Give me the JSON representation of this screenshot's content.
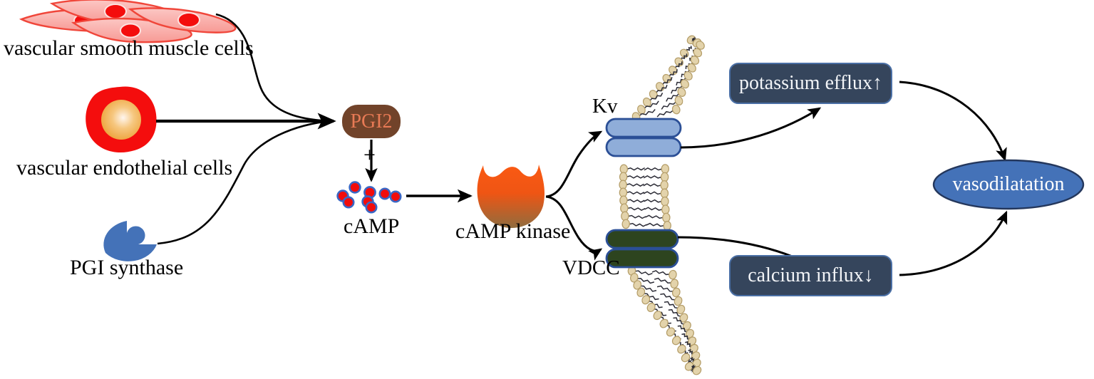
{
  "diagram": {
    "title": "Prostacyclin (PGI2) signalling pathway leading to vasodilatation",
    "background_color": "#ffffff",
    "arrow_color": "#000000"
  },
  "sources": {
    "smooth_muscle": {
      "label": "vascular smooth muscle cells",
      "icon": "spindle-cells-icon",
      "cell_fill": "#f5a0a0",
      "cell_stroke": "#ee3322",
      "nucleus_fill": "#f40d0d"
    },
    "endothelial": {
      "label": "vascular endothelial cells",
      "icon": "round-cell-icon",
      "cell_fill": "#f40d0d",
      "nucleus_fill": "#f0a83c"
    },
    "pgi_synthase": {
      "label": "PGI synthase",
      "icon": "notched-blob-icon",
      "fill": "#4472b8"
    }
  },
  "mediator": {
    "pgi2": {
      "label": "PGI2",
      "fill": "#71432a",
      "text_color": "#e87a55"
    },
    "plus_sign": "+",
    "camp": {
      "label": "cAMP",
      "icon": "molecule-dots-icon",
      "dot_fill": "#f20c0c",
      "dot_stroke": "#3a66c4",
      "dot_count": 8
    },
    "camp_kinase": {
      "label": "cAMP kinase",
      "icon": "kinase-shield-icon",
      "fill_top": "#f4531a",
      "fill_bottom": "#8a6a3c"
    }
  },
  "membrane": {
    "icon": "phospholipid-bilayer-icon",
    "head_fill": "#e3d3ab",
    "head_stroke": "#b49d68",
    "tail_color": "#2b2b35",
    "channels": [
      {
        "name": "kv",
        "label": "Kv",
        "fill": "#8fadd9",
        "stroke": "#2b4f96"
      },
      {
        "name": "vdcc",
        "label": "VDCC",
        "fill": "#2d441f",
        "stroke": "#2b4f96"
      }
    ]
  },
  "outcomes": {
    "potassium": {
      "label": "potassium efflux↑",
      "fill": "#35455c",
      "stroke": "#4a6fa5",
      "text_color": "#f2f4f7"
    },
    "calcium": {
      "label": "calcium influx↓",
      "fill": "#35455c",
      "stroke": "#4a6fa5",
      "text_color": "#f2f4f7"
    },
    "result": {
      "label": "vasodilatation",
      "fill": "#4472b8",
      "stroke": "#24375c",
      "text_color": "#ffffff"
    }
  },
  "connections": [
    {
      "name": "smooth-muscle-to-pgi2",
      "from": "vascular smooth muscle cells",
      "to": "PGI2",
      "style": "curved-arrow"
    },
    {
      "name": "endothelial-to-pgi2",
      "from": "vascular endothelial cells",
      "to": "PGI2",
      "style": "straight-arrow"
    },
    {
      "name": "pgi-synthase-to-pgi2",
      "from": "PGI synthase",
      "to": "PGI2",
      "style": "curved-arrow"
    },
    {
      "name": "pgi2-to-camp",
      "from": "PGI2",
      "to": "cAMP",
      "style": "straight-arrow",
      "annotation": "+"
    },
    {
      "name": "camp-to-kinase",
      "from": "cAMP",
      "to": "cAMP kinase",
      "style": "straight-arrow"
    },
    {
      "name": "kinase-to-kv",
      "from": "cAMP kinase",
      "to": "Kv",
      "style": "curved-arrow"
    },
    {
      "name": "kinase-to-vdcc",
      "from": "cAMP kinase",
      "to": "VDCC",
      "style": "curved-arrow"
    },
    {
      "name": "kv-to-potassium",
      "from": "Kv",
      "to": "potassium efflux↑",
      "style": "curved-arrow"
    },
    {
      "name": "vdcc-to-calcium",
      "from": "VDCC",
      "to": "calcium influx↓",
      "style": "curved-arrow"
    },
    {
      "name": "potassium-to-vasodilatation",
      "from": "potassium efflux↑",
      "to": "vasodilatation",
      "style": "curved-arrow"
    },
    {
      "name": "calcium-to-vasodilatation",
      "from": "calcium influx↓",
      "to": "vasodilatation",
      "style": "curved-arrow"
    }
  ]
}
